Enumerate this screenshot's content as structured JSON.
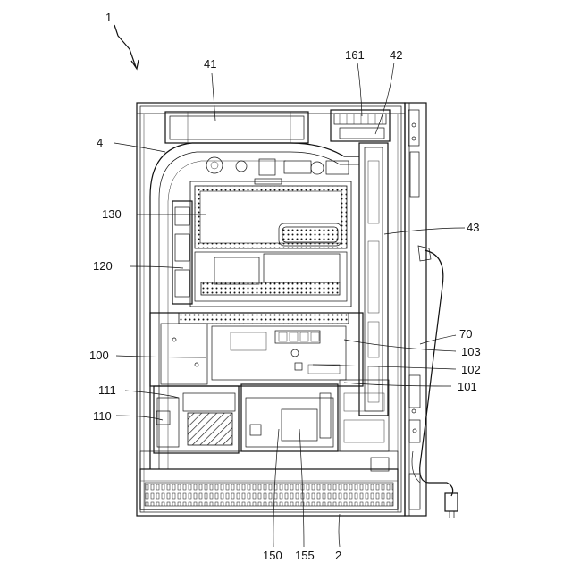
{
  "labels": {
    "l1": "1",
    "l4": "4",
    "l41": "41",
    "l161": "161",
    "l42": "42",
    "l43": "43",
    "l130": "130",
    "l120": "120",
    "l70": "70",
    "l100": "100",
    "l103": "103",
    "l102": "102",
    "l111": "111",
    "l101": "101",
    "l110": "110",
    "l150": "150",
    "l155": "155",
    "l2": "2"
  }
}
